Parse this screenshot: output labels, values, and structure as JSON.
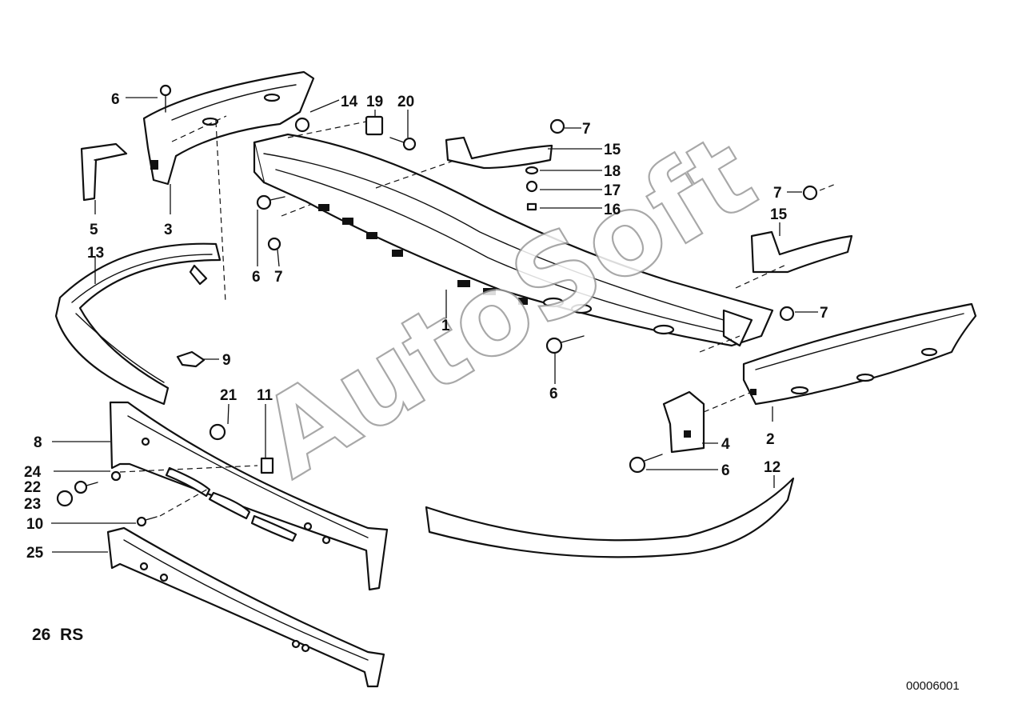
{
  "diagram": {
    "callouts": {
      "c1": "1",
      "c2": "2",
      "c3": "3",
      "c4": "4",
      "c5": "5",
      "c6a": "6",
      "c6b": "6",
      "c6c": "6",
      "c6d": "6",
      "c7a": "7",
      "c7b": "7",
      "c7c": "7",
      "c7d": "7",
      "c8": "8",
      "c9": "9",
      "c10": "10",
      "c11": "11",
      "c12": "12",
      "c13": "13",
      "c14": "14",
      "c15a": "15",
      "c15b": "15",
      "c16": "16",
      "c17": "17",
      "c18": "18",
      "c19": "19",
      "c20": "20",
      "c21": "21",
      "c22": "22",
      "c23": "23",
      "c24": "24",
      "c25": "25"
    },
    "footer_label": "26  RS",
    "diagram_code": "00006001",
    "watermark": "AutoSoft"
  }
}
